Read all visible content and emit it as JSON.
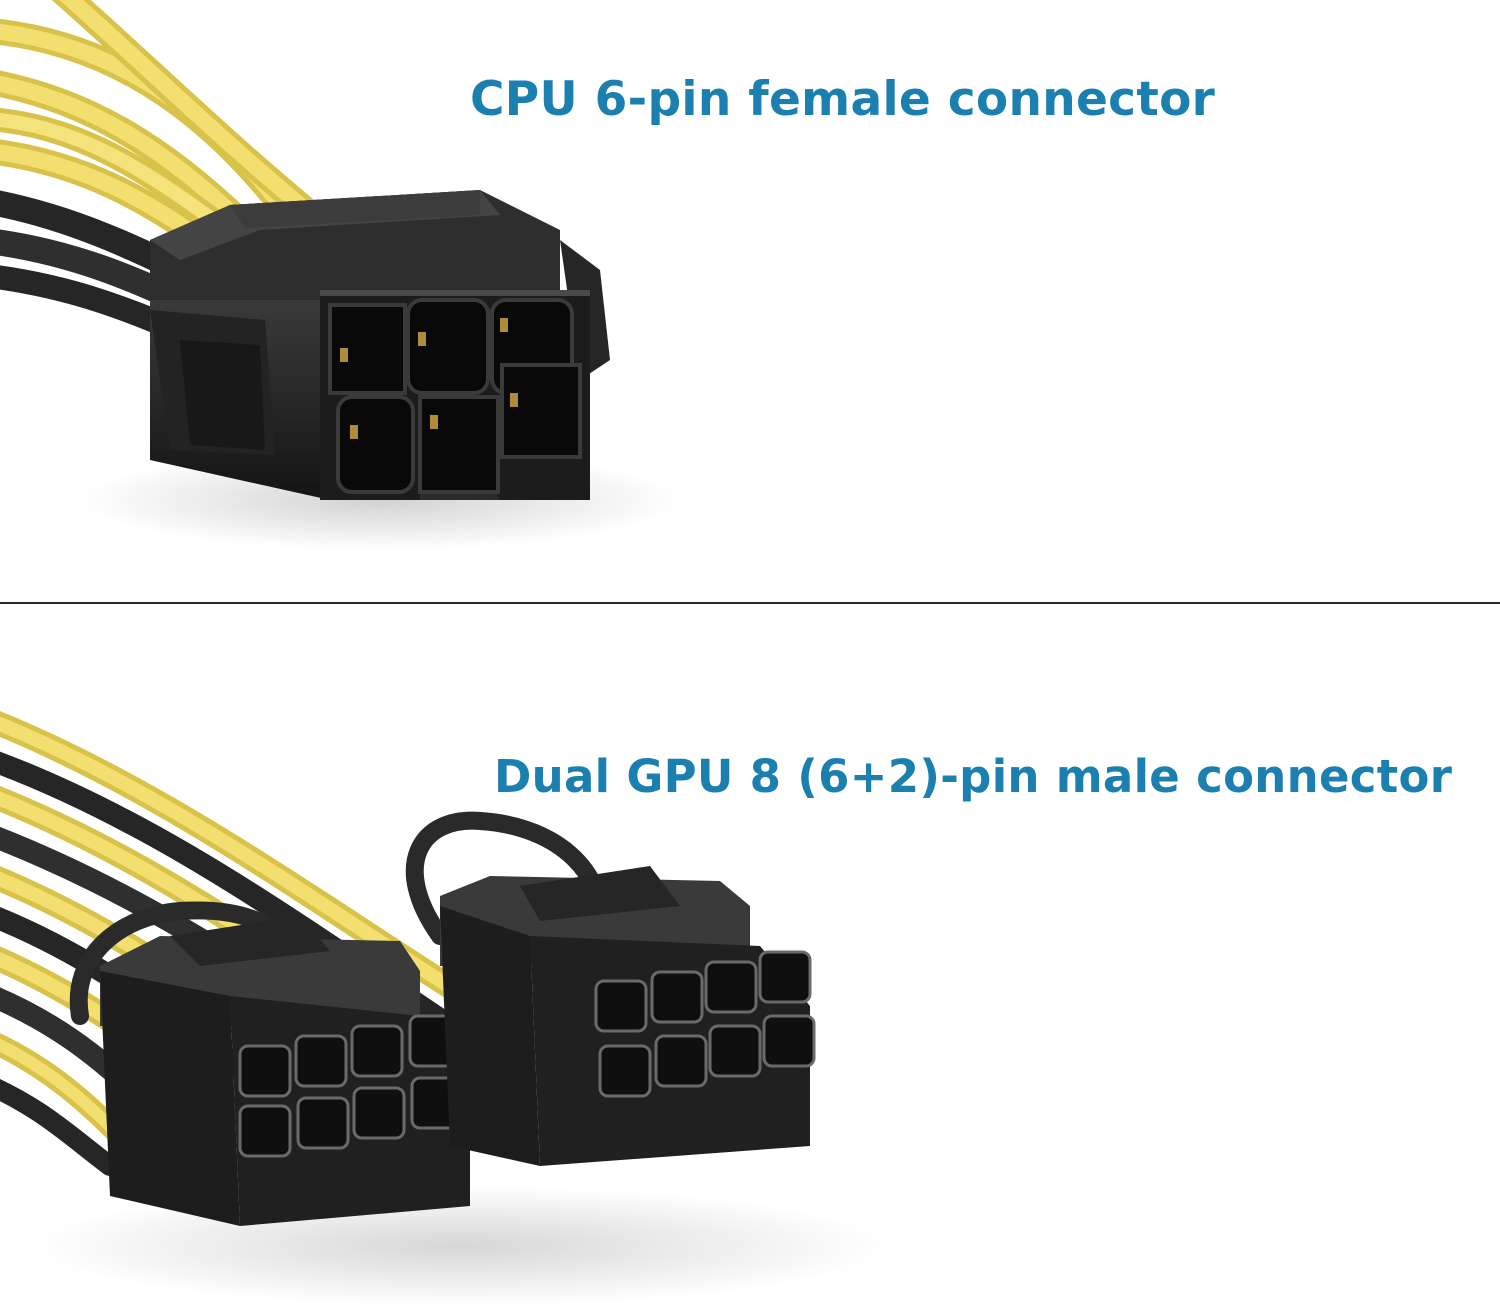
{
  "captions": {
    "top": "CPU 6-pin female connector",
    "bottom": "Dual GPU 8 (6+2)-pin male connector"
  },
  "colors": {
    "caption_text": "#1b7fb0",
    "wire_yellow": "#e8d35a",
    "wire_black": "#2b2b2b",
    "connector_body": "#1e1e1e",
    "divider": "#2a2a2a",
    "background": "#ffffff"
  },
  "connectors": {
    "top": {
      "label": "CPU 6-pin female connector",
      "pin_count": 6
    },
    "bottom": {
      "label": "Dual GPU 8 (6+2)-pin male connector",
      "count": 2,
      "pins_each": 8
    }
  }
}
